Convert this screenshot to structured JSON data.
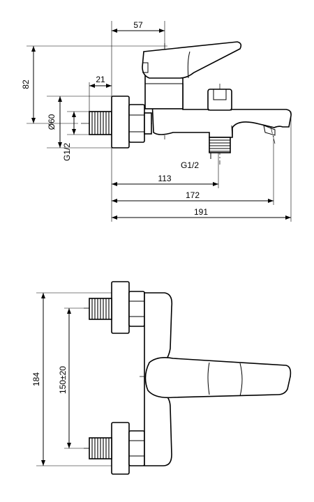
{
  "dimensions": {
    "top_width": "57",
    "height_82": "82",
    "wall_21": "21",
    "diameter": "Ø60",
    "thread_inlet": "G1/2",
    "thread_outlet": "G1/2",
    "len_113": "113",
    "len_172": "172",
    "len_191": "191",
    "height_184": "184",
    "spacing": "150±20"
  }
}
